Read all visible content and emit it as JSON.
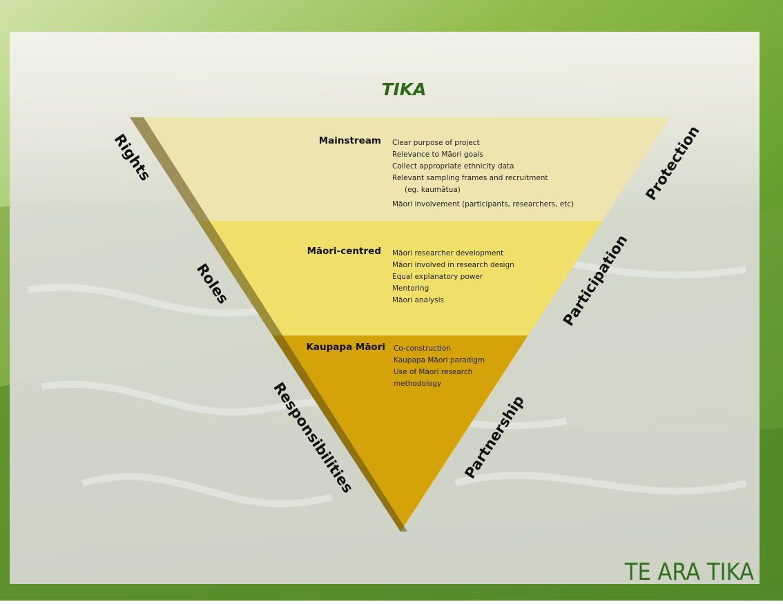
{
  "diagram": {
    "title": "TIKA",
    "brand": "TE ARA TIKA",
    "left_labels": [
      "Rights",
      "Roles",
      "Responsibilities"
    ],
    "right_labels": [
      "Protection",
      "Participation",
      "Partnership"
    ],
    "tiers": [
      {
        "label": "Mainstream",
        "color": "#ede4b0",
        "items": [
          "Clear purpose of project",
          "Relevance to Māori goals",
          "Collect appropriate ethnicity data",
          "Relevant sampling frames and recruitment",
          "(eg. kaumātua)",
          "Māori involvement (participants, researchers, etc)"
        ]
      },
      {
        "label": "Māori-centred",
        "color": "#f0e06a",
        "items": [
          "Māori researcher development",
          "Māori involved in research design",
          "Equal explanatory power",
          "Mentoring",
          "Māori analysis"
        ]
      },
      {
        "label": "Kaupapa Māori",
        "color": "#d4a209",
        "items": [
          "Co-construction",
          "Kaupapa Māori paradigm",
          "Use of Māori research",
          "methodology"
        ]
      }
    ]
  }
}
